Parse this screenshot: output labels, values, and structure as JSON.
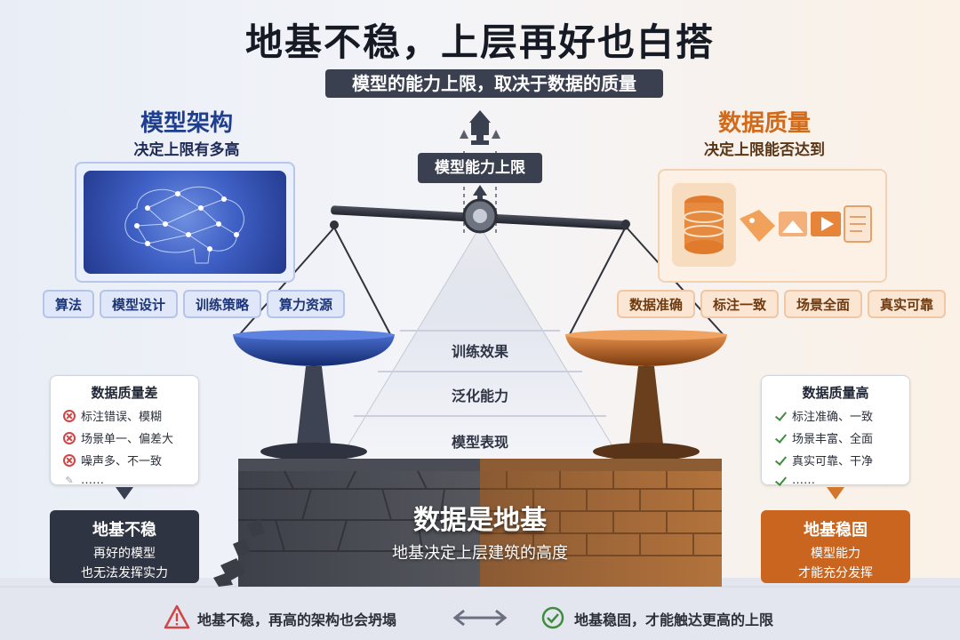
{
  "header": {
    "title": "地基不稳，上层再好也白搭",
    "subtitle": "模型的能力上限，取决于数据的质量"
  },
  "left": {
    "title": "模型架构",
    "subtitle": "决定上限有多高",
    "chips": [
      "算法",
      "模型设计",
      "训练策略",
      "算力资源"
    ]
  },
  "right": {
    "title": "数据质量",
    "subtitle": "决定上限能否达到",
    "chips": [
      "数据准确",
      "标注一致",
      "场景全面",
      "真实可靠"
    ]
  },
  "center": {
    "cap_label": "模型能力上限",
    "pyramid": [
      "训练效果",
      "泛化能力",
      "模型表现"
    ],
    "wall_title": "数据是地基",
    "wall_subtitle": "地基决定上层建筑的高度"
  },
  "bad_card": {
    "title": "数据质量差",
    "items": [
      "标注错误、模糊",
      "场景单一、偏差大",
      "噪声多、不一致",
      "……"
    ]
  },
  "good_card": {
    "title": "数据质量高",
    "items": [
      "标注准确、一致",
      "场景丰富、全面",
      "真实可靠、干净",
      "……"
    ]
  },
  "bad_status": {
    "title": "地基不稳",
    "line1": "再好的模型",
    "line2": "也无法发挥实力"
  },
  "good_status": {
    "title": "地基稳固",
    "line1": "模型能力",
    "line2": "才能充分发挥"
  },
  "footer": {
    "left_text": "地基不稳，再高的架构也会坍塌",
    "right_text": "地基稳固，才能触达更高的上限"
  },
  "colors": {
    "blue_accent": "#1e3e8f",
    "orange_accent": "#d26a1b",
    "dark_box": "#3b4050",
    "bad_status": "#2f3442",
    "good_status": "#c9651f"
  }
}
